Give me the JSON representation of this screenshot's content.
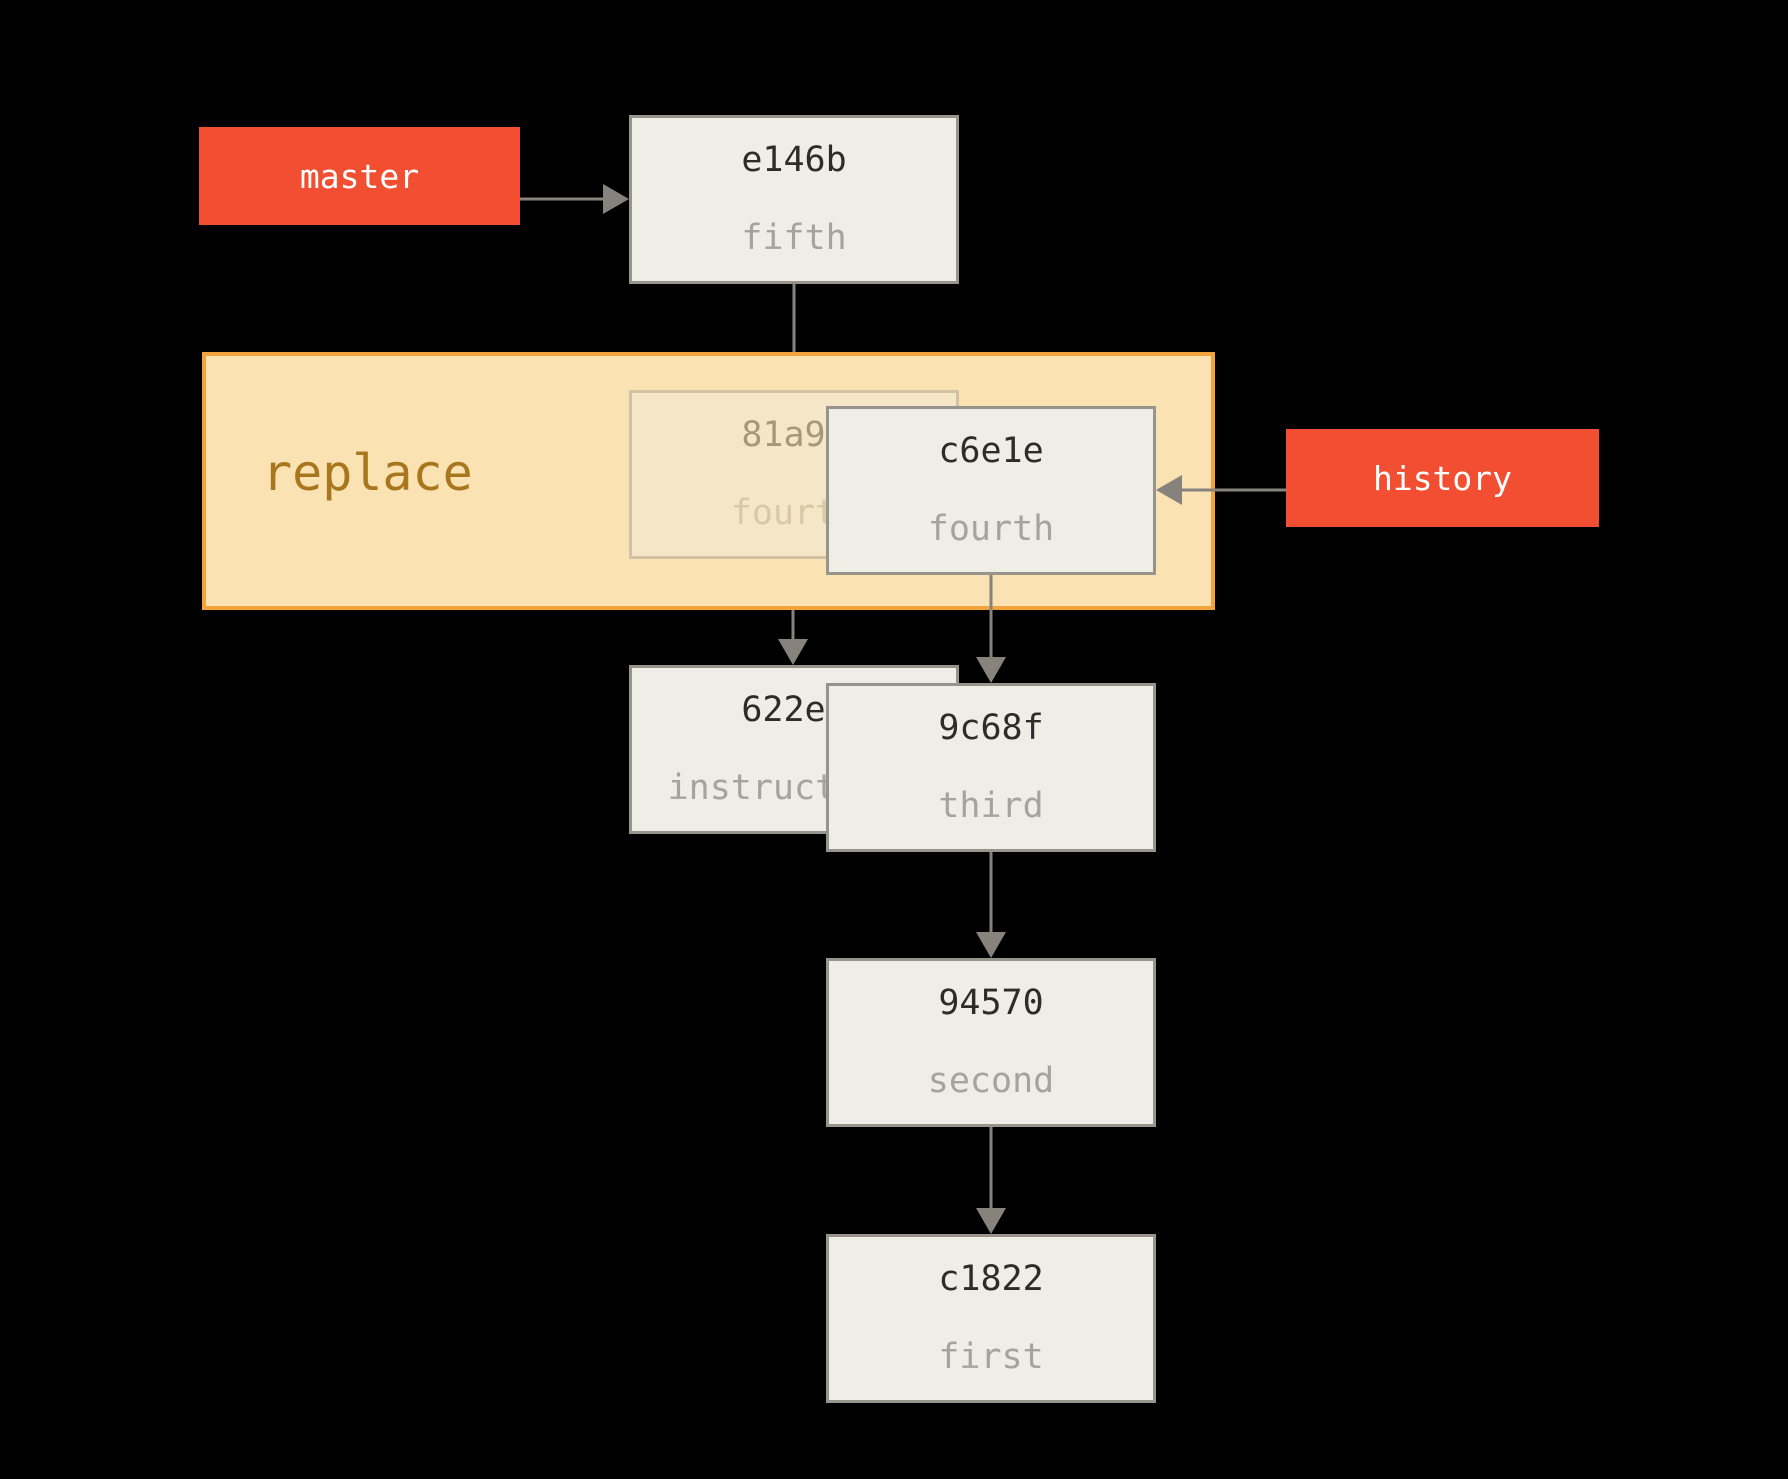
{
  "diagram": {
    "replace_label": "replace",
    "refs": {
      "master": "master",
      "history": "history"
    },
    "commits": [
      {
        "hash": "e146b",
        "message": "fifth",
        "faded": false
      },
      {
        "hash": "81a97",
        "message": "fourth",
        "faded": true
      },
      {
        "hash": "c6e1e",
        "message": "fourth",
        "faded": false
      },
      {
        "hash": "622e8",
        "message": "instructions",
        "faded": false
      },
      {
        "hash": "9c68f",
        "message": "third",
        "faded": false
      },
      {
        "hash": "94570",
        "message": "second",
        "faded": false
      },
      {
        "hash": "c1822",
        "message": "first",
        "faded": false
      }
    ],
    "edges": [
      {
        "from": "master",
        "to": "e146b",
        "arrowhead": true
      },
      {
        "from": "e146b",
        "to": "replace-region",
        "arrowhead": false
      },
      {
        "from": "history",
        "to": "c6e1e",
        "arrowhead": true
      },
      {
        "from": "replace-region",
        "to": "622e8",
        "arrowhead": true
      },
      {
        "from": "c6e1e",
        "to": "9c68f",
        "arrowhead": true
      },
      {
        "from": "9c68f",
        "to": "94570",
        "arrowhead": true
      },
      {
        "from": "94570",
        "to": "c1822",
        "arrowhead": true
      }
    ],
    "colors": {
      "background": "#000000",
      "ref_bg": "#f14e32",
      "ref_text": "#ffffff",
      "commit_bg": "#efeee6",
      "commit_border": "#97948c",
      "hash_text": "#2d2c28",
      "message_text": "#a5a39a",
      "arrow": "#87837c",
      "replace_bg": "#fae2b3",
      "replace_border": "#f2a33c",
      "replace_text": "#a8771d"
    }
  }
}
